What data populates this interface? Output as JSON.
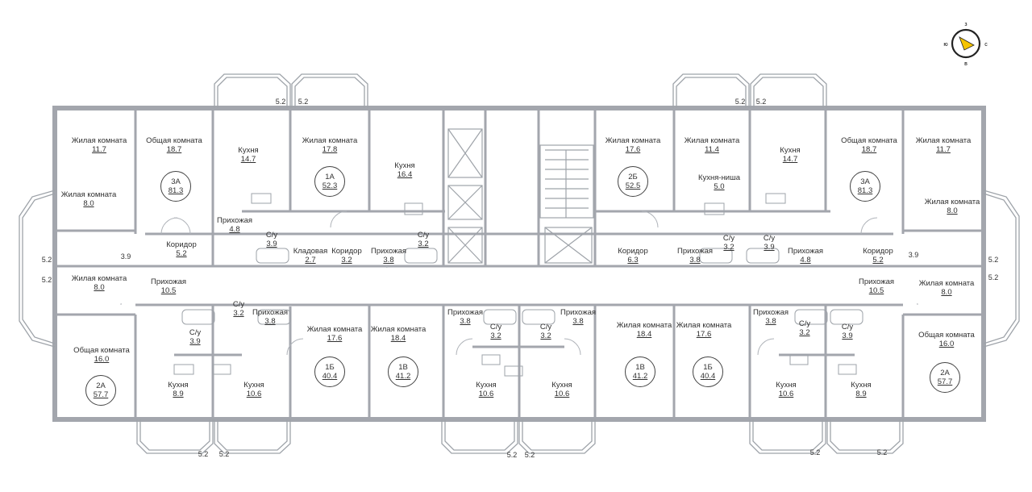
{
  "colors": {
    "wall": "#a3a6ad",
    "line": "#9ea3a9",
    "text": "#2f2f2f",
    "accent": "#f5c400"
  },
  "compass": {
    "n": "з",
    "e": "с",
    "s": "в",
    "w": "ю"
  },
  "rooms": [
    {
      "name": "Жилая комната",
      "area": "11.7"
    },
    {
      "name": "Общая комната",
      "area": "18.7"
    },
    {
      "name": "Кухня",
      "area": "14.7"
    },
    {
      "name": "Жилая комната",
      "area": "17.8"
    },
    {
      "name": "Кухня",
      "area": "16.4"
    },
    {
      "name": "Жилая комната",
      "area": "8.0"
    },
    {
      "name": "Прихожая",
      "area": "4.8"
    },
    {
      "name": "С/у",
      "area": "3.9"
    },
    {
      "name": "Коридор",
      "area": "5.2"
    },
    {
      "name": "Кладовая",
      "area": "2.7"
    },
    {
      "name": "Коридор",
      "area": "3.2"
    },
    {
      "name": "Прихожая",
      "area": "3.8"
    },
    {
      "name": "С/у",
      "area": "3.2"
    },
    {
      "name": "Жилая комната",
      "area": "17.6"
    },
    {
      "name": "Жилая комната",
      "area": "11.4"
    },
    {
      "name": "Кухня",
      "area": "14.7"
    },
    {
      "name": "Общая комната",
      "area": "18.7"
    },
    {
      "name": "Жилая комната",
      "area": "11.7"
    },
    {
      "name": "Кухня-ниша",
      "area": "5.0"
    },
    {
      "name": "Жилая комната",
      "area": "8.0"
    },
    {
      "name": "Коридор",
      "area": "6.3"
    },
    {
      "name": "Прихожая",
      "area": "3.8"
    },
    {
      "name": "С/у",
      "area": "3.2"
    },
    {
      "name": "С/у",
      "area": "3.9"
    },
    {
      "name": "Прихожая",
      "area": "4.8"
    },
    {
      "name": "Коридор",
      "area": "5.2"
    },
    {
      "name": "Жилая комната",
      "area": "8.0"
    },
    {
      "name": "Прихожая",
      "area": "10.5"
    },
    {
      "name": "Прихожая",
      "area": "10.5"
    },
    {
      "name": "Жилая комната",
      "area": "8.0"
    },
    {
      "name": "С/у",
      "area": "3.2"
    },
    {
      "name": "Прихожая",
      "area": "3.8"
    },
    {
      "name": "С/у",
      "area": "3.9"
    },
    {
      "name": "Жилая комната",
      "area": "17.6"
    },
    {
      "name": "Жилая комната",
      "area": "18.4"
    },
    {
      "name": "Прихожая",
      "area": "3.8"
    },
    {
      "name": "С/у",
      "area": "3.2"
    },
    {
      "name": "С/у",
      "area": "3.2"
    },
    {
      "name": "Прихожая",
      "area": "3.8"
    },
    {
      "name": "Жилая комната",
      "area": "18.4"
    },
    {
      "name": "Жилая комната",
      "area": "17.6"
    },
    {
      "name": "Прихожая",
      "area": "3.8"
    },
    {
      "name": "С/у",
      "area": "3.2"
    },
    {
      "name": "С/у",
      "area": "3.9"
    },
    {
      "name": "Общая комната",
      "area": "16.0"
    },
    {
      "name": "Общая комната",
      "area": "16.0"
    },
    {
      "name": "Кухня",
      "area": "8.9"
    },
    {
      "name": "Кухня",
      "area": "10.6"
    },
    {
      "name": "Кухня",
      "area": "10.6"
    },
    {
      "name": "Кухня",
      "area": "10.6"
    },
    {
      "name": "Кухня",
      "area": "10.6"
    },
    {
      "name": "Кухня",
      "area": "8.9"
    }
  ],
  "apartments": [
    {
      "type": "3А",
      "area": "81.3"
    },
    {
      "type": "1А",
      "area": "52.3"
    },
    {
      "type": "2Б",
      "area": "52.5"
    },
    {
      "type": "3А",
      "area": "81.3"
    },
    {
      "type": "2А",
      "area": "57.7"
    },
    {
      "type": "1Б",
      "area": "40.4"
    },
    {
      "type": "1В",
      "area": "41.2"
    },
    {
      "type": "1В",
      "area": "41.2"
    },
    {
      "type": "1Б",
      "area": "40.4"
    },
    {
      "type": "2А",
      "area": "57.7"
    }
  ],
  "dimensions": [
    "5.2",
    "5.2",
    "5.2",
    "5.2",
    "5.2",
    "5.2",
    "3.9",
    "3.9",
    "5.2",
    "5.2",
    "5.2",
    "5.2",
    "5.2",
    "5.2",
    "5.2",
    "5.2"
  ]
}
